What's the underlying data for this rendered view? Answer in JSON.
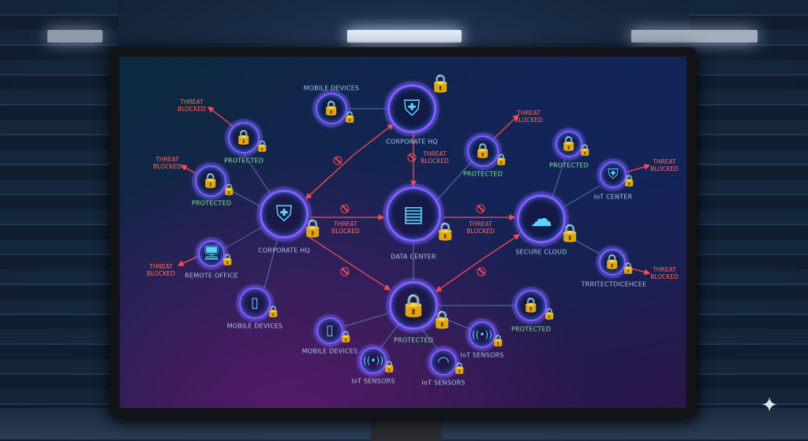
{
  "colors": {
    "protected": "#4cf27a",
    "threat": "#ff4a50",
    "node_ring": "#8a5cff",
    "icon": "#58d6ff"
  },
  "nodes": {
    "mobile_top": {
      "label": "MOBILE DEVICES",
      "icon": "lock-icon"
    },
    "corp_hq_top": {
      "label": "CORPORATE HQ",
      "icon": "shield-icon"
    },
    "prot1": {
      "label": "PROTECTED",
      "icon": "lock-icon"
    },
    "prot2": {
      "label": "PROTECTED",
      "icon": "lock-icon"
    },
    "corp_hq_left": {
      "label": "CORPORATE HQ",
      "icon": "shield-icon"
    },
    "data_center": {
      "label": "DATA CENTER",
      "icon": "server-icon"
    },
    "secure_cloud": {
      "label": "SECURE CLOUD",
      "icon": "cloud-icon"
    },
    "prot3": {
      "label": "PROTECTED",
      "icon": "lock-icon"
    },
    "prot4": {
      "label": "PROTECTED",
      "icon": "lock-icon"
    },
    "iot_center": {
      "label": "IoT CENTER",
      "icon": "shield-icon"
    },
    "garbled": {
      "label": "TRRITECTDICEHCEE",
      "icon": "lock-icon"
    },
    "remote_office": {
      "label": "REMOTE OFFICE",
      "icon": "desktop-icon"
    },
    "mobile_left": {
      "label": "MOBILE DEVICES",
      "icon": "phone-icon"
    },
    "central": {
      "label": "PROTECTED",
      "icon": "lock-icon"
    },
    "mobile_bottom": {
      "label": "MOBILE DEVICES",
      "icon": "phone-icon"
    },
    "iot1": {
      "label": "IoT SENSORS",
      "icon": "broadcast-icon"
    },
    "iot2": {
      "label": "IoT SENSORS",
      "icon": "wifi-icon"
    },
    "iot3": {
      "label": "IoT SENSORS",
      "icon": "broadcast-icon"
    },
    "prot5": {
      "label": "PROTECTED",
      "icon": "lock-icon"
    }
  },
  "threat_label": "THREAT BLOCKED"
}
